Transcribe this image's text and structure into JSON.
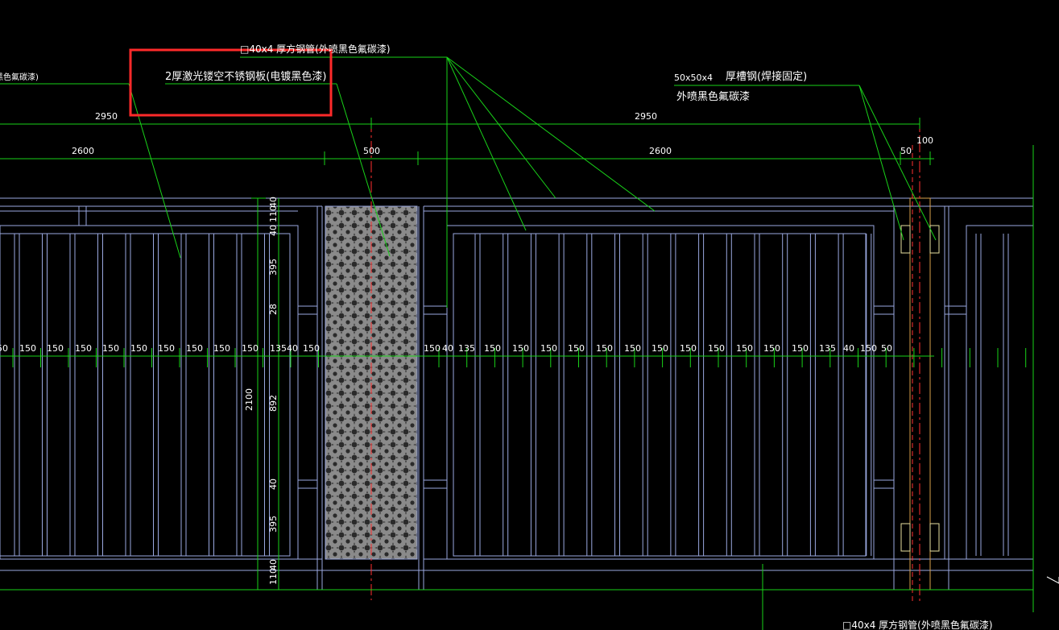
{
  "colors": {
    "background": "#000000",
    "frame": "#9aa8e0",
    "leader": "#19d219",
    "dimension": "#19d219",
    "centerline": "#ff3030",
    "post": "#d9a24a",
    "panel_fill": "#8a8a8a",
    "highlight_box": "#ff2a2a",
    "text": "#ffffff"
  },
  "annotations": {
    "tube_top": "□40x4 厚方钢管(外喷黑色氟碳漆)",
    "left_cut": "黑色氟碳漆)",
    "laser_panel": "2厚激光镂空不锈钢板(电镀黑色漆)",
    "channel_size": "50x50x4",
    "channel_desc": "厚槽钢(焊接固定)",
    "channel_finish": "外喷黑色氟碳漆",
    "bottom_right": "□40x4 厚方钢管(外喷黑色氟碳漆)"
  },
  "dimensions": {
    "top_left_span": "2950",
    "top_right_span": "2950",
    "left_panel": "2600",
    "middle_panel": "500",
    "right_panel": "2600",
    "post_gap": "50",
    "post_width": "100",
    "overall_height": "2100",
    "vertical": [
      "40",
      "110",
      "40",
      "395",
      "28",
      "892",
      "40",
      "395",
      "40",
      "110"
    ],
    "spacing_left": [
      "50",
      "150",
      "150",
      "150",
      "150",
      "150",
      "150",
      "150",
      "150",
      "150",
      "135",
      "40",
      "150"
    ],
    "spacing_right": [
      "150",
      "40",
      "135",
      "150",
      "150",
      "150",
      "150",
      "150",
      "150",
      "150",
      "150",
      "150",
      "150",
      "150",
      "150",
      "135",
      "40",
      "150",
      "50"
    ]
  }
}
